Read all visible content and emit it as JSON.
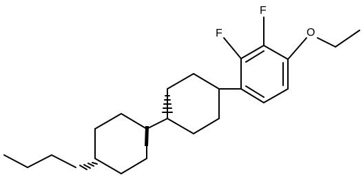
{
  "diagram": {
    "atoms": {
      "fluorine_1": "F",
      "fluorine_2": "F",
      "oxygen": "O"
    },
    "colors": {
      "bond": "#000000",
      "label": "#000000",
      "background": "#ffffff"
    }
  }
}
